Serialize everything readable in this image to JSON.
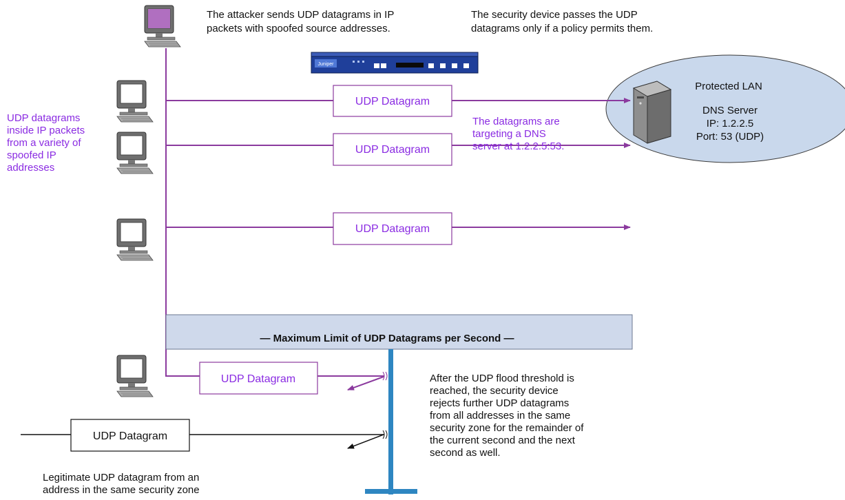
{
  "colors": {
    "purple": "#8a2be2",
    "flow_line": "#8b3a9e",
    "limit_bar": "#cfd9eb",
    "limit_post": "#2e86c1",
    "lan_ellipse": "#c9d8ec"
  },
  "annotations": {
    "attacker": [
      "The attacker sends UDP datagrams in IP",
      "packets with spoofed source addresses."
    ],
    "security_device": [
      "The security device passes the UDP",
      "datagrams only if a policy permits them."
    ],
    "spoofed_sources": [
      "UDP datagrams",
      "inside IP packets",
      "from a variety of",
      "spoofed IP",
      "addresses"
    ],
    "target": [
      "The datagrams are",
      "targeting a DNS",
      "server at 1.2.2.5:53."
    ],
    "threshold": [
      "After the UDP flood threshold is",
      "reached, the security device",
      "rejects further UDP datagrams",
      "from all addresses in the same",
      "security zone for the remainder of",
      "the current second and the next",
      "second as well."
    ],
    "legitimate": [
      "Legitimate UDP datagram from an",
      "address in the same security zone"
    ]
  },
  "lan": {
    "title": "Protected LAN",
    "server_name": "DNS Server",
    "ip": "IP: 1.2.2.5",
    "port": "Port: 53 (UDP)"
  },
  "device_logo": "Juniper",
  "limit_bar_label": "— Maximum Limit of UDP Datagrams per Second —",
  "datagram_label": "UDP Datagram",
  "icons": [
    "attacker-computer-icon",
    "zombie-computer-icon",
    "firewall-device-icon",
    "dns-server-icon"
  ]
}
